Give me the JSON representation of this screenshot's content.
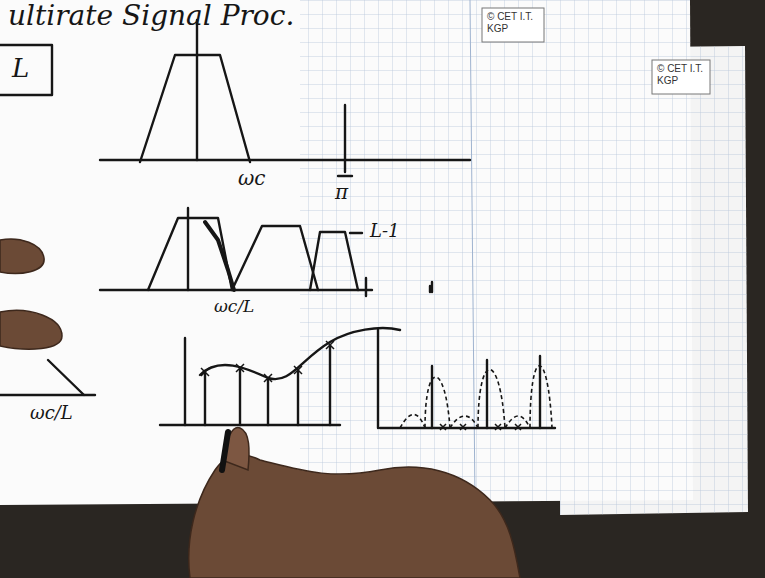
{
  "diagram": {
    "title": "ultirate Signal Proc.",
    "labels": [
      "© CET I.T. KGP",
      "© CET I.T. KGP",
      "L",
      "ωc",
      "π",
      "ωc/L",
      "L-1",
      "ωc/L"
    ]
  }
}
